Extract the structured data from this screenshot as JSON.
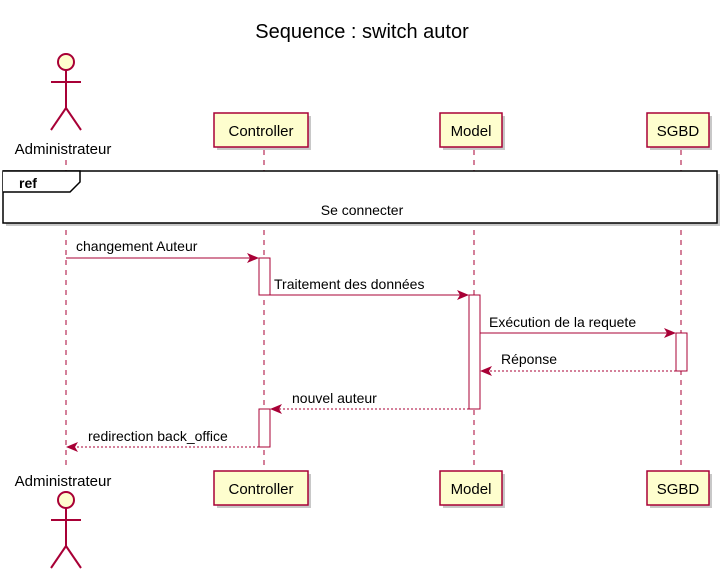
{
  "title": "Sequence : switch autor",
  "participants": [
    {
      "id": "admin",
      "label": "Administrateur",
      "kind": "actor"
    },
    {
      "id": "ctrl",
      "label": "Controller",
      "kind": "box"
    },
    {
      "id": "model",
      "label": "Model",
      "kind": "box"
    },
    {
      "id": "sgbd",
      "label": "SGBD",
      "kind": "box"
    }
  ],
  "ref": {
    "keyword": "ref",
    "label": "Se connecter"
  },
  "messages": [
    {
      "from": "admin",
      "to": "ctrl",
      "label": "changement Auteur",
      "style": "solid"
    },
    {
      "from": "ctrl",
      "to": "model",
      "label": "Traitement des données",
      "style": "solid"
    },
    {
      "from": "model",
      "to": "sgbd",
      "label": "Exécution de la requete",
      "style": "solid"
    },
    {
      "from": "sgbd",
      "to": "model",
      "label": "Réponse",
      "style": "dashed"
    },
    {
      "from": "model",
      "to": "ctrl",
      "label": "nouvel auteur",
      "style": "dashed"
    },
    {
      "from": "ctrl",
      "to": "admin",
      "label": "redirection back_office",
      "style": "dashed"
    }
  ],
  "colors": {
    "line": "#A80036",
    "box_fill": "#FEFECE",
    "activation_fill": "#FFFFFF",
    "ref_border": "#000000",
    "shadow": "#C8C8C8"
  }
}
